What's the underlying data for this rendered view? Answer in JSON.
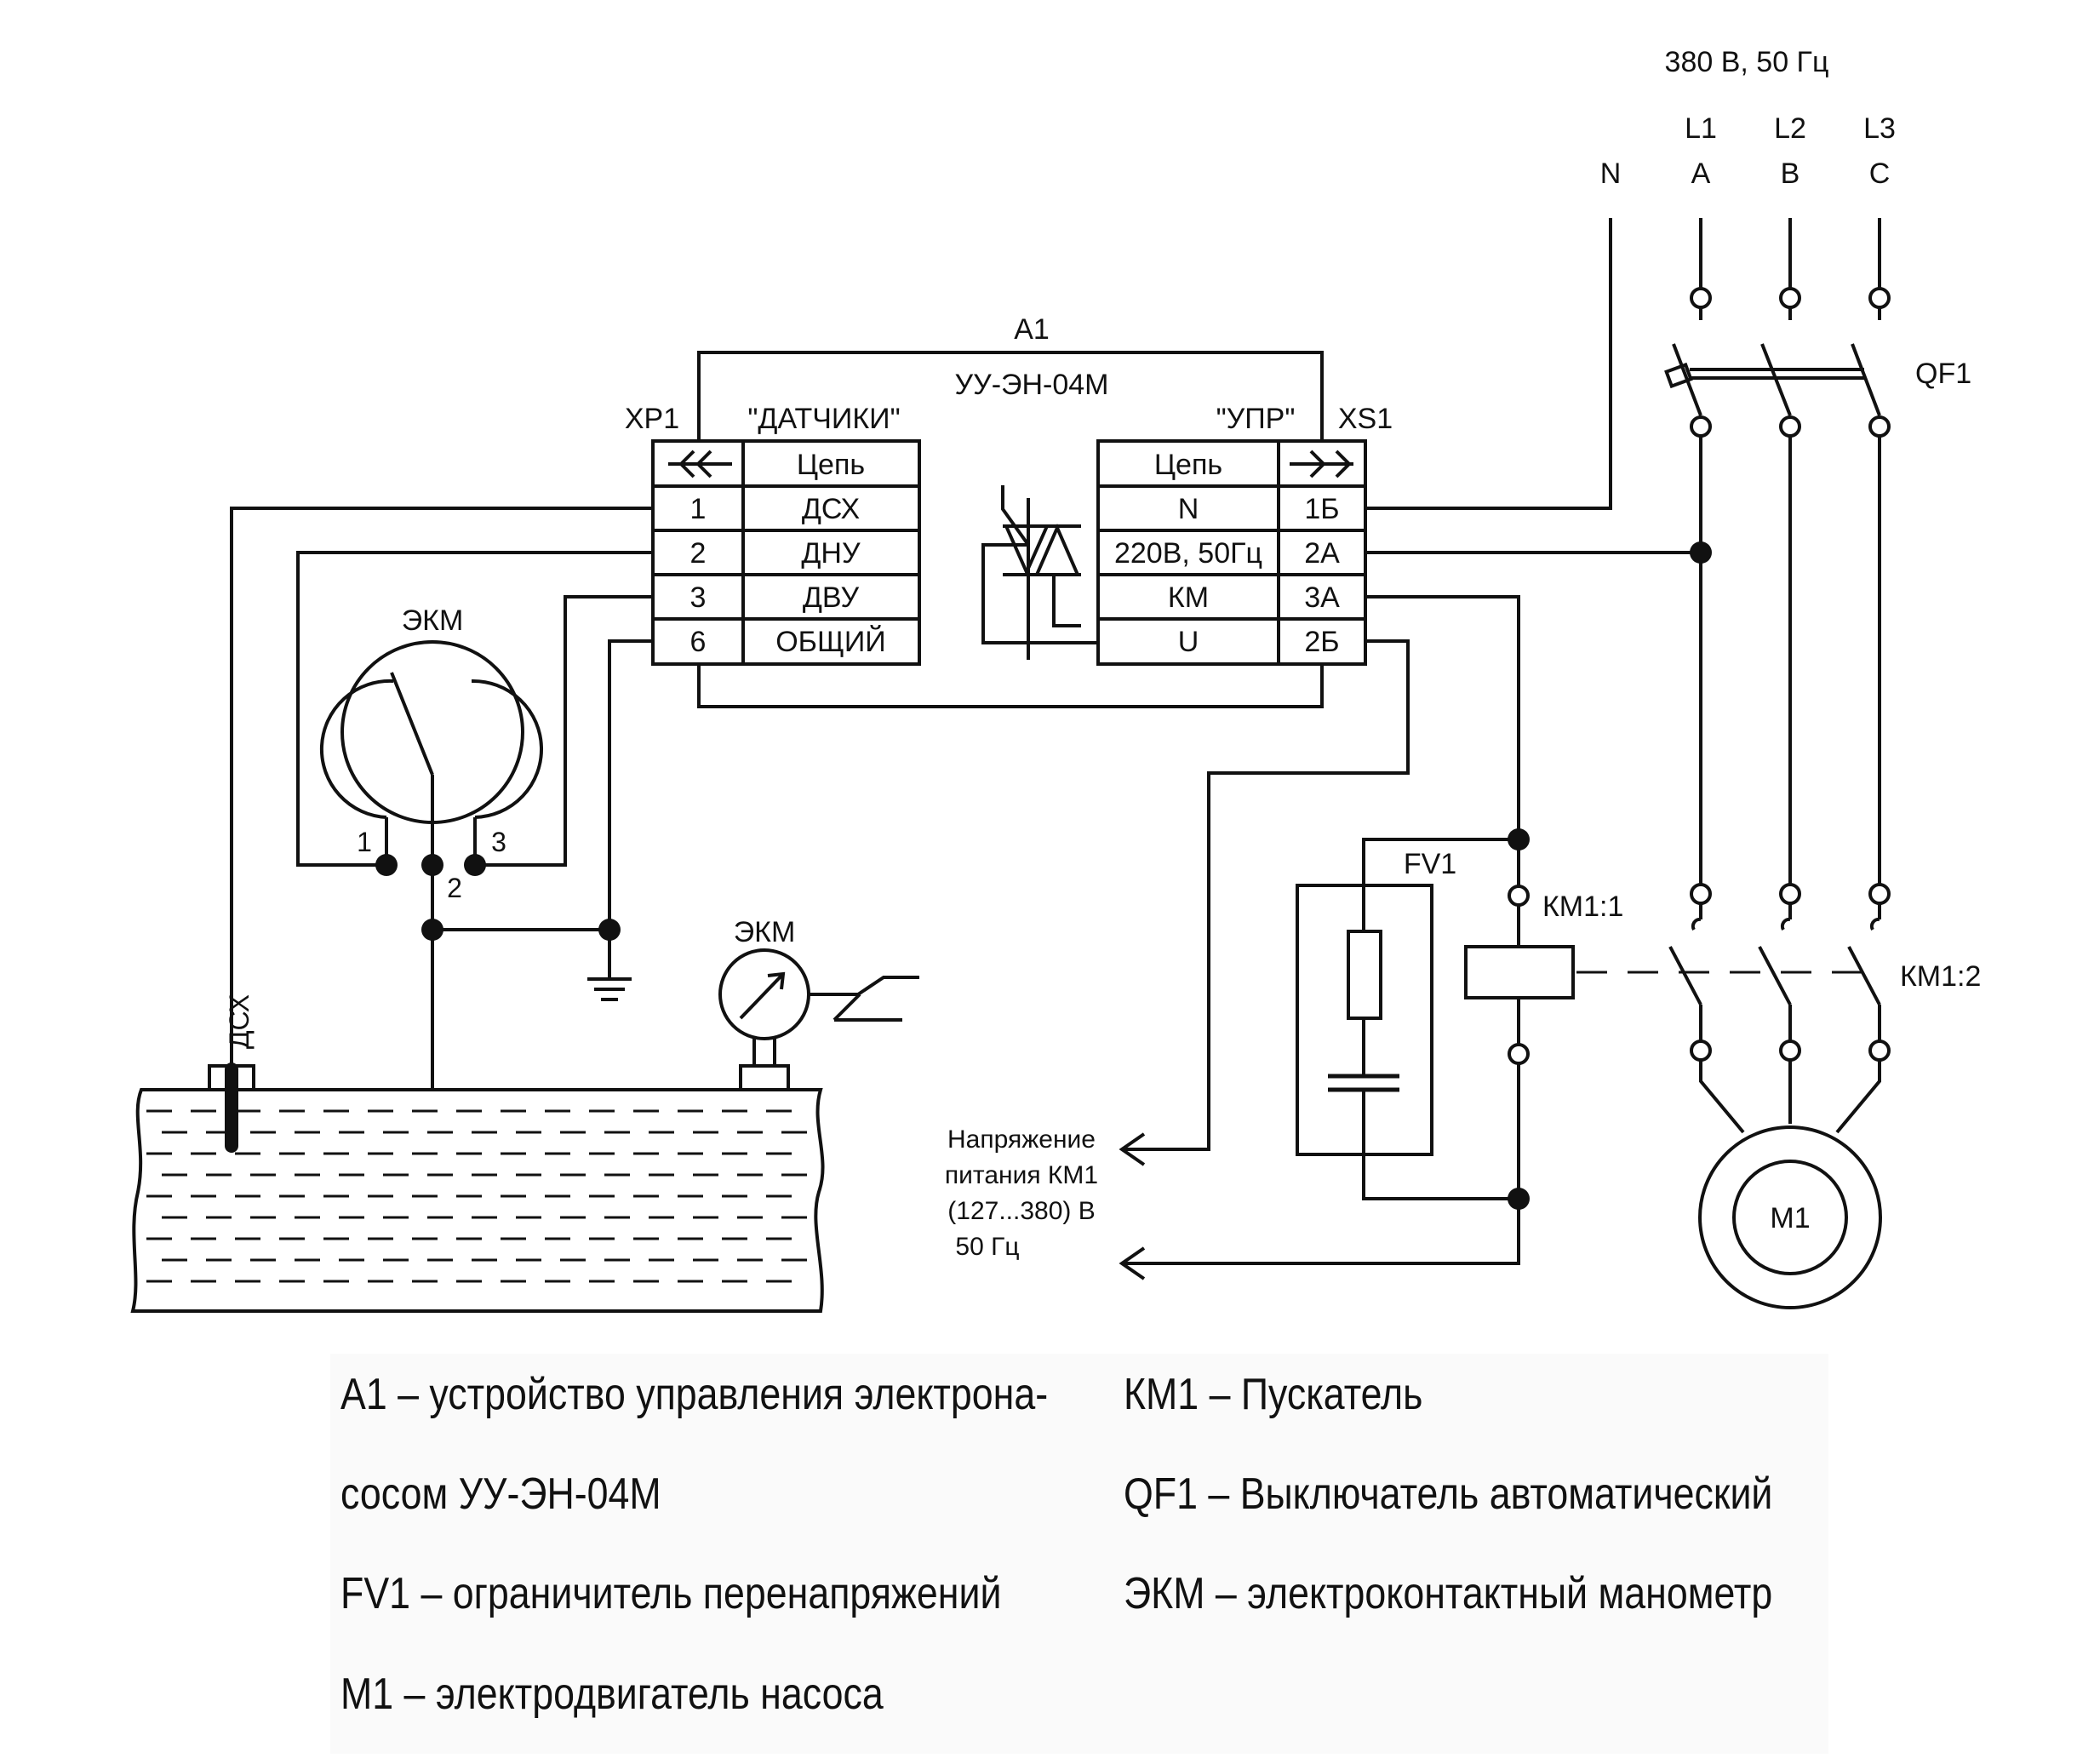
{
  "supply": {
    "voltage": "380 В, 50 Гц",
    "neutral": "N",
    "phases": [
      {
        "line": "L1",
        "phase": "A"
      },
      {
        "line": "L2",
        "phase": "B"
      },
      {
        "line": "L3",
        "phase": "C"
      }
    ]
  },
  "device": {
    "ref": "A1",
    "model": "УУ-ЭН-04М"
  },
  "xp1": {
    "ref": "XP1",
    "name": "\"ДАТЧИКИ\"",
    "header": "Цепь",
    "rows": [
      {
        "pin": "1",
        "circuit": "ДСХ"
      },
      {
        "pin": "2",
        "circuit": "ДНУ"
      },
      {
        "pin": "3",
        "circuit": "ДВУ"
      },
      {
        "pin": "6",
        "circuit": "ОБЩИЙ"
      }
    ]
  },
  "xs1": {
    "ref": "XS1",
    "name": "\"УПР\"",
    "header": "Цепь",
    "rows": [
      {
        "circuit": "N",
        "pin": "1Б"
      },
      {
        "circuit": "220В, 50Гц",
        "pin": "2А"
      },
      {
        "circuit": "КМ",
        "pin": "3А"
      },
      {
        "circuit": "U",
        "pin": "2Б"
      }
    ]
  },
  "labels": {
    "qf1": "QF1",
    "km1_1": "КМ1:1",
    "km1_2": "КМ1:2",
    "fv1": "FV1",
    "m1": "M1",
    "ekm_switch": "ЭКМ",
    "ekm_pin1": "1",
    "ekm_pin2": "2",
    "ekm_pin3": "3",
    "ekm_gauge": "ЭКМ",
    "dsh": "ДСХ",
    "note_lines": [
      "Напряжение",
      "питания КМ1",
      "(127...380) В",
      "50 Гц"
    ]
  },
  "legend": {
    "left": [
      "A1 – устройство управления электрона-",
      "сосом УУ-ЭН-04М",
      "FV1 – ограничитель перенапряжений",
      "M1 – электродвигатель насоса"
    ],
    "right": [
      "КМ1 – Пускатель",
      "QF1 – Выключатель автоматический",
      "ЭКМ – электроконтактный манометр"
    ]
  }
}
